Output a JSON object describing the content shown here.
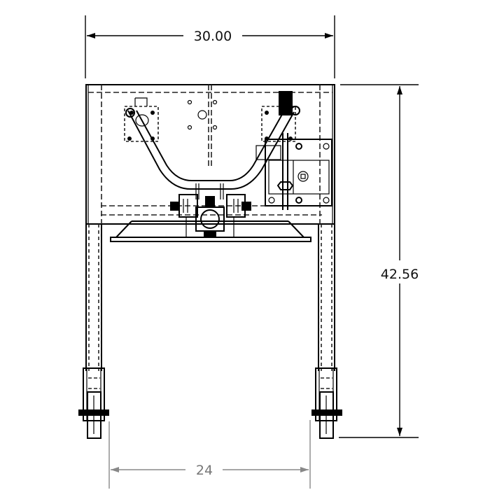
{
  "drawing": {
    "view": "front elevation",
    "dimensions": {
      "overall_width": {
        "value": "30.00",
        "orientation": "horizontal",
        "position": "top"
      },
      "overall_height": {
        "value": "42.56",
        "orientation": "vertical",
        "position": "right"
      },
      "wheel_track": {
        "value": "24",
        "orientation": "horizontal",
        "position": "bottom"
      }
    },
    "colors": {
      "line": "#000000",
      "secondary_dimension": "#777777",
      "background": "#ffffff"
    }
  }
}
